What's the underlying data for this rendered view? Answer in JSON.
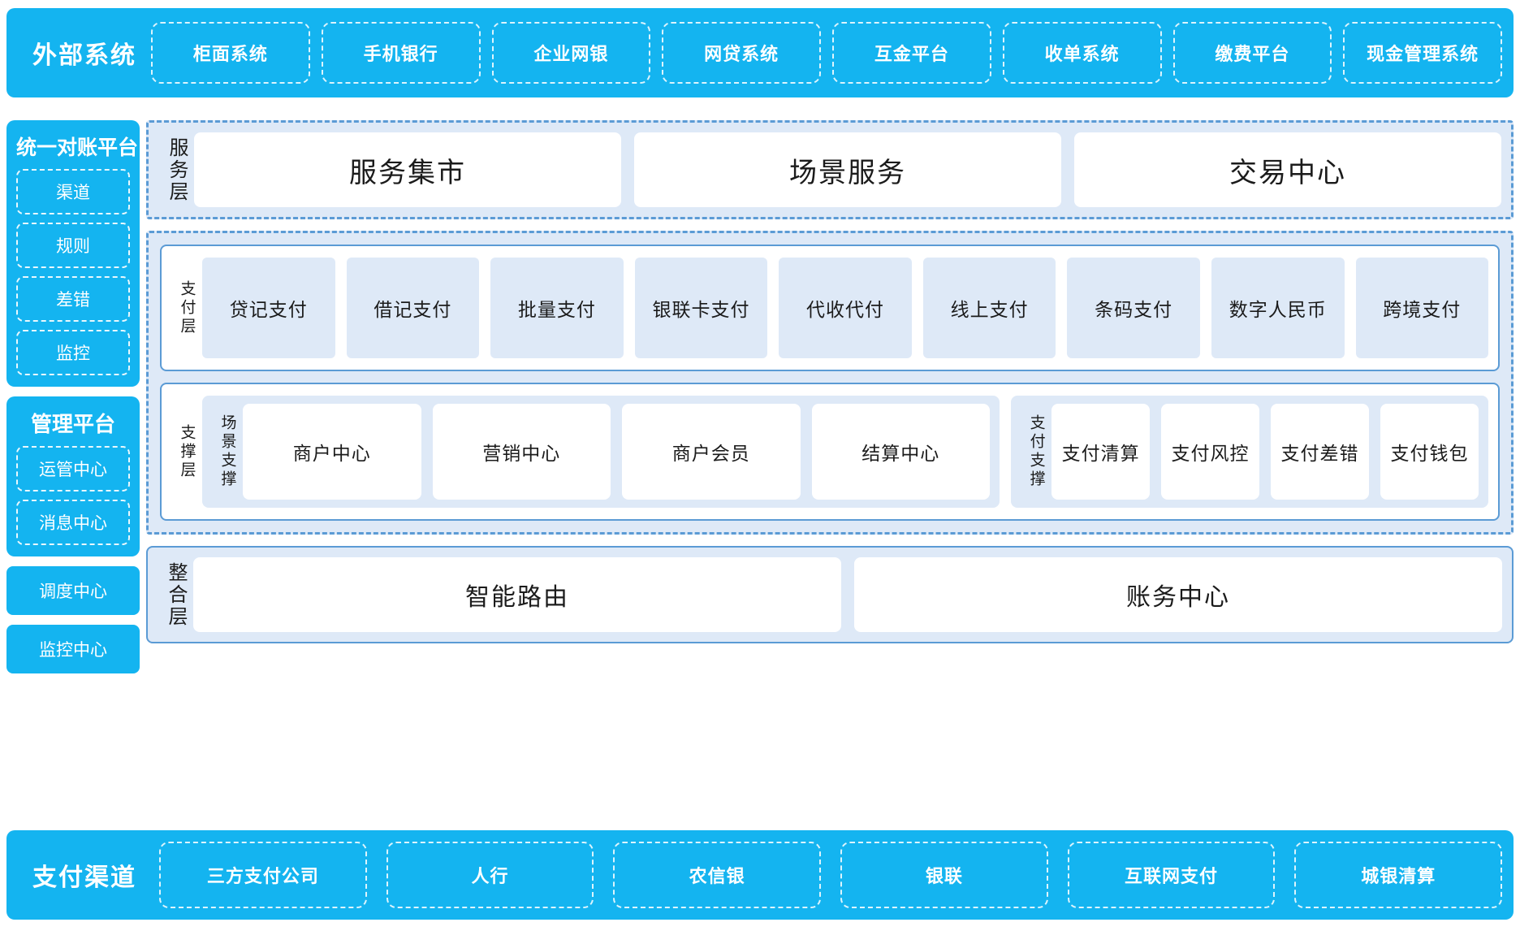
{
  "external": {
    "title": "外部系统",
    "items": [
      "柜面系统",
      "手机银行",
      "企业网银",
      "网贷系统",
      "互金平台",
      "收单系统",
      "缴费平台",
      "现金管理系统"
    ]
  },
  "left": {
    "recon_platform": {
      "title": "统一对账平台",
      "items": [
        "渠道",
        "规则",
        "差错",
        "监控"
      ]
    },
    "mgmt_platform": {
      "title": "管理平台",
      "items": [
        "运管中心",
        "消息中心"
      ]
    },
    "standalone": [
      "调度中心",
      "监控中心"
    ]
  },
  "service_layer": {
    "label": "服务层",
    "cards": [
      "服务集市",
      "场景服务",
      "交易中心"
    ]
  },
  "payment_layer": {
    "label": "支付层",
    "cells": [
      "贷记支付",
      "借记支付",
      "批量支付",
      "银联卡支付",
      "代收代付",
      "线上支付",
      "条码支付",
      "数字人民币",
      "跨境支付"
    ]
  },
  "support_layer": {
    "label": "支撑层",
    "groups": [
      {
        "label": "场景支撑",
        "cells": [
          "商户中心",
          "营销中心",
          "商户会员",
          "结算中心"
        ]
      },
      {
        "label": "支付支撑",
        "cells": [
          "支付清算",
          "支付风控",
          "支付差错",
          "支付钱包"
        ]
      }
    ]
  },
  "integration_layer": {
    "label": "整合层",
    "cards": [
      "智能路由",
      "账务中心"
    ]
  },
  "channel": {
    "title": "支付渠道",
    "items": [
      "三方支付公司",
      "人行",
      "农信银",
      "银联",
      "互联网支付",
      "城银清算"
    ]
  },
  "colors": {
    "brand_cyan": "#14B4F0",
    "panel_blue": "#DEE9F7",
    "border_blue": "#5B9BD5"
  }
}
